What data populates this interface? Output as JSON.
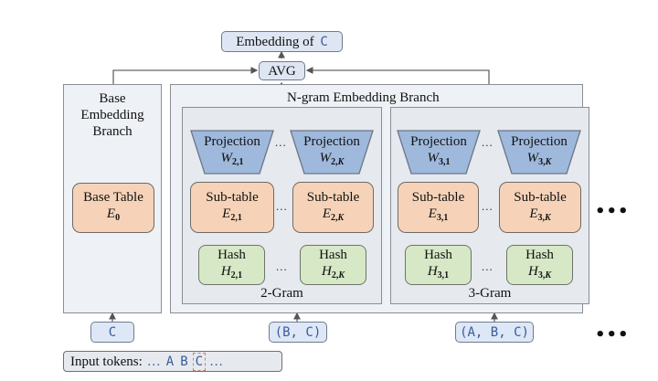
{
  "title": "Embedding of C",
  "title_parts": {
    "prefix": "Embedding of",
    "token": "C"
  },
  "avg_label": "AVG",
  "base_branch": {
    "title_lines": [
      "Base",
      "Embedding",
      "Branch"
    ],
    "table_label": "Base Table",
    "table_symbol": "E",
    "table_sub": "0",
    "input_token": "C"
  },
  "ngram_branch": {
    "title": "N-gram Embedding Branch",
    "groups": [
      {
        "name": "2-Gram",
        "input_token": "(B, C)",
        "heads": [
          {
            "proj_label": "Projection",
            "proj_sym": "W",
            "proj_sub_n": "2,",
            "proj_sub_k": "1",
            "table_label": "Sub-table",
            "table_sym": "E",
            "table_sub_n": "2,",
            "table_sub_k": "1",
            "hash_label": "Hash",
            "hash_sym": "H",
            "hash_sub_n": "2,",
            "hash_sub_k": "1"
          },
          {
            "proj_label": "Projection",
            "proj_sym": "W",
            "proj_sub_n": "2,",
            "proj_sub_k": "K",
            "table_label": "Sub-table",
            "table_sym": "E",
            "table_sub_n": "2,",
            "table_sub_k": "K",
            "hash_label": "Hash",
            "hash_sym": "H",
            "hash_sub_n": "2,",
            "hash_sub_k": "K"
          }
        ]
      },
      {
        "name": "3-Gram",
        "input_token": "(A, B, C)",
        "heads": [
          {
            "proj_label": "Projection",
            "proj_sym": "W",
            "proj_sub_n": "3,",
            "proj_sub_k": "1",
            "table_label": "Sub-table",
            "table_sym": "E",
            "table_sub_n": "3,",
            "table_sub_k": "1",
            "hash_label": "Hash",
            "hash_sym": "H",
            "hash_sub_n": "3,",
            "hash_sub_k": "1"
          },
          {
            "proj_label": "Projection",
            "proj_sym": "W",
            "proj_sub_n": "3,",
            "proj_sub_k": "K",
            "table_label": "Sub-table",
            "table_sym": "E",
            "table_sub_n": "3,",
            "table_sub_k": "K",
            "hash_label": "Hash",
            "hash_sym": "H",
            "hash_sub_n": "3,",
            "hash_sub_k": "K"
          }
        ]
      }
    ],
    "ellipsis": "...",
    "more": "•••"
  },
  "input_tokens": {
    "label": "Input tokens:",
    "lead_ellipsis": "…",
    "tokens": [
      "A",
      "B",
      "C"
    ],
    "trail_ellipsis": "…"
  },
  "more_inputs": "•••",
  "colors": {
    "blue_fill": "#dfe6f3",
    "projection_fill": "#9fb9dc",
    "subtable_fill": "#f6d3b8",
    "hash_fill": "#d6e8c6",
    "panel_fill": "#eef1f6",
    "token_text": "#3a5b9a",
    "highlight_border": "#c0876a"
  }
}
